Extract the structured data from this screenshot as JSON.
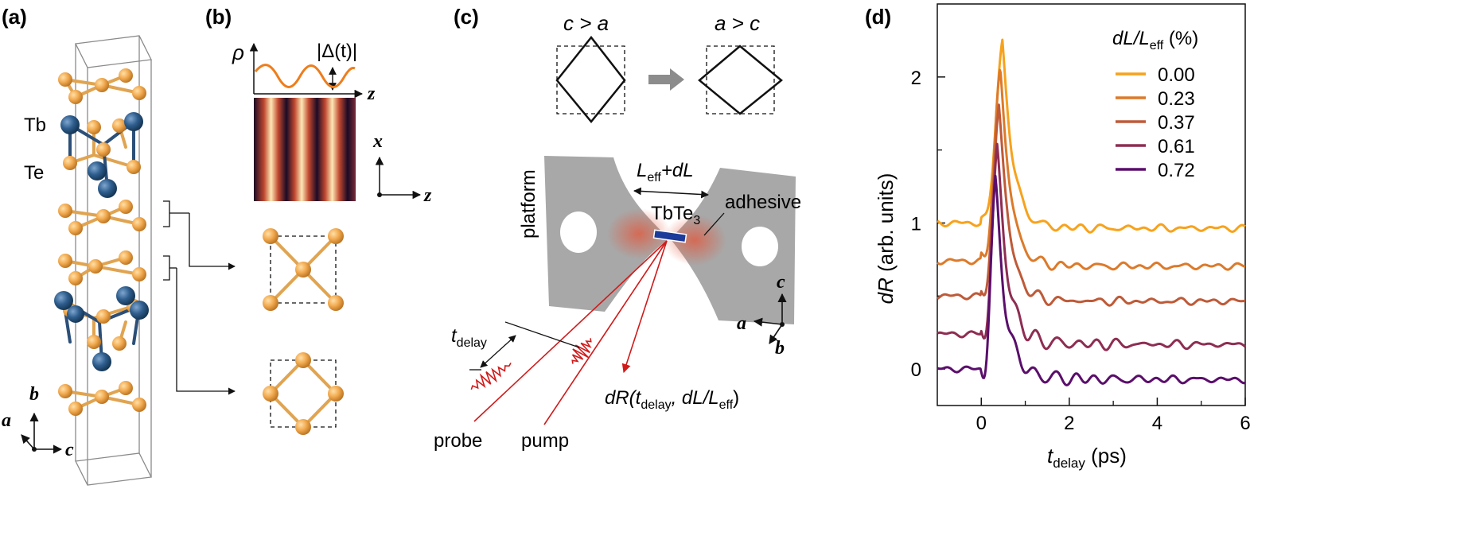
{
  "panels": {
    "a": {
      "label": "(a)",
      "species": [
        "Tb",
        "Te"
      ],
      "axes": {
        "a": "a",
        "b": "b",
        "c": "c"
      }
    },
    "b": {
      "label": "(b)",
      "rho": "ρ",
      "gap": "|Δ(t)|",
      "z": "z",
      "x": "x"
    },
    "c": {
      "label": "(c)",
      "c_gt_a": "c > a",
      "a_gt_c": "a > c",
      "length_main": "L",
      "length_sub": "eff",
      "length_tail": "+dL",
      "platform": "platform",
      "adhesive": "adhesive",
      "sample_main": "TbTe",
      "sample_sub": "3",
      "tdelay_main": "t",
      "tdelay_sub": "delay",
      "dR_main": "dR(t",
      "dR_sub1": "delay",
      "dR_mid": ", dL/L",
      "dR_sub2": "eff",
      "dR_tail": ")",
      "probe": "probe",
      "pump": "pump",
      "axes": {
        "a": "a",
        "b": "b",
        "c": "c"
      }
    },
    "d": {
      "label": "(d)"
    }
  },
  "chart_data": {
    "type": "line",
    "legend_title_main": "dL/L",
    "legend_title_sub": "eff",
    "legend_title_tail": " (%)",
    "ylabel_main": "dR",
    "ylabel_tail": " (arb. units)",
    "xlabel_main": "t",
    "xlabel_sub": "delay",
    "xlabel_tail": " (ps)",
    "xlim": [
      -1,
      6
    ],
    "ylim": [
      -0.25,
      2.5
    ],
    "xticks": [
      0,
      2,
      4,
      6
    ],
    "yticks": [
      0,
      1,
      2
    ],
    "legend_position": "top-right",
    "series": [
      {
        "name": "0.00",
        "color": "#f7a21c",
        "offset": 1.0,
        "peak_t": 0.48,
        "peak": 1.37
      },
      {
        "name": "0.23",
        "color": "#dc7a2a",
        "offset": 0.74,
        "peak_t": 0.43,
        "peak": 1.46
      },
      {
        "name": "0.37",
        "color": "#be5a38",
        "offset": 0.5,
        "peak_t": 0.4,
        "peak": 1.44
      },
      {
        "name": "0.61",
        "color": "#8e2d52",
        "offset": 0.24,
        "peak_t": 0.36,
        "peak": 1.39
      },
      {
        "name": "0.72",
        "color": "#5a0e6b",
        "offset": 0.0,
        "peak_t": 0.32,
        "peak": 1.39
      }
    ]
  }
}
